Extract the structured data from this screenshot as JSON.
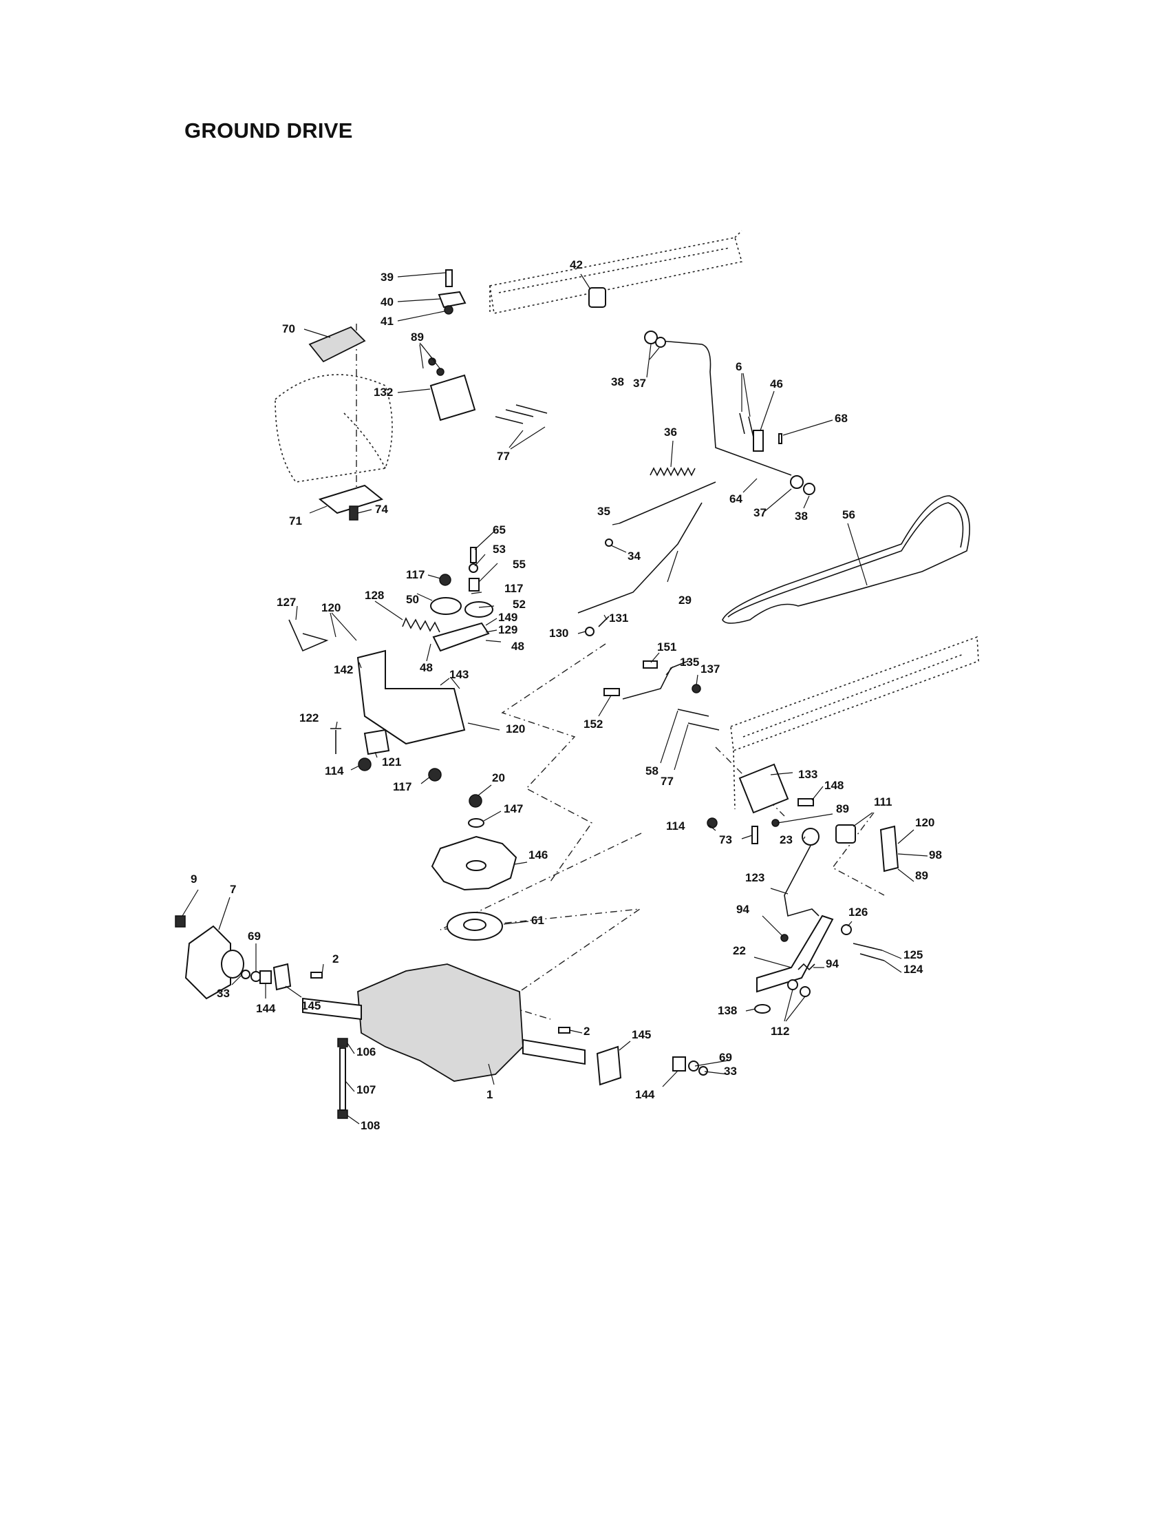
{
  "page": {
    "title": "GROUND DRIVE"
  },
  "callouts": {
    "c39": "39",
    "c40": "40",
    "c41": "41",
    "c42": "42",
    "c70": "70",
    "c89a": "89",
    "c132": "132",
    "c38a": "38",
    "c37a": "37",
    "c6": "6",
    "c46": "46",
    "c68": "68",
    "c77a": "77",
    "c36": "36",
    "c64": "64",
    "c37b": "37",
    "c38b": "38",
    "c56": "56",
    "c71": "71",
    "c74": "74",
    "c35": "35",
    "c34": "34",
    "c65": "65",
    "c53": "53",
    "c55": "55",
    "c117a": "117",
    "c117b": "117",
    "c50": "50",
    "c52": "52",
    "c29": "29",
    "c127": "127",
    "c120a": "120",
    "c128": "128",
    "c149": "149",
    "c129": "129",
    "c48a": "48",
    "c48b": "48",
    "c131": "131",
    "c130": "130",
    "c142": "142",
    "c143": "143",
    "c151": "151",
    "c135": "135",
    "c137": "137",
    "c122": "122",
    "c120b": "120",
    "c152": "152",
    "c114a": "114",
    "c121": "121",
    "c117c": "117",
    "c58": "58",
    "c77b": "77",
    "c133": "133",
    "c148": "148",
    "c20": "20",
    "c147": "147",
    "c89b": "89",
    "c111": "111",
    "c114b": "114",
    "c73": "73",
    "c23": "23",
    "c120c": "120",
    "c98": "98",
    "c89c": "89",
    "c146": "146",
    "c123": "123",
    "c9": "9",
    "c7": "7",
    "c61": "61",
    "c94a": "94",
    "c126": "126",
    "c69a": "69",
    "c2a": "2",
    "c22": "22",
    "c125": "125",
    "c124": "124",
    "c94b": "94",
    "c33a": "33",
    "c144a": "144",
    "c145a": "145",
    "c138": "138",
    "c112": "112",
    "c2b": "2",
    "c145b": "145",
    "c106": "106",
    "c69b": "69",
    "c33b": "33",
    "c107": "107",
    "c1": "1",
    "c144b": "144",
    "c108": "108"
  }
}
